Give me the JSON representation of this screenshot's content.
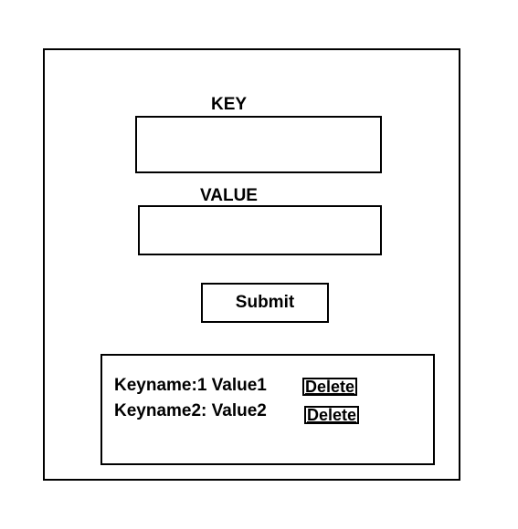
{
  "form": {
    "key_label": "KEY",
    "key_value": "",
    "value_label": "VALUE",
    "value_value": "",
    "submit_label": "Submit"
  },
  "entries": [
    {
      "text": "Keyname:1 Value1",
      "delete_label": "Delete"
    },
    {
      "text": "Keyname2: Value2",
      "delete_label": "Delete"
    }
  ]
}
